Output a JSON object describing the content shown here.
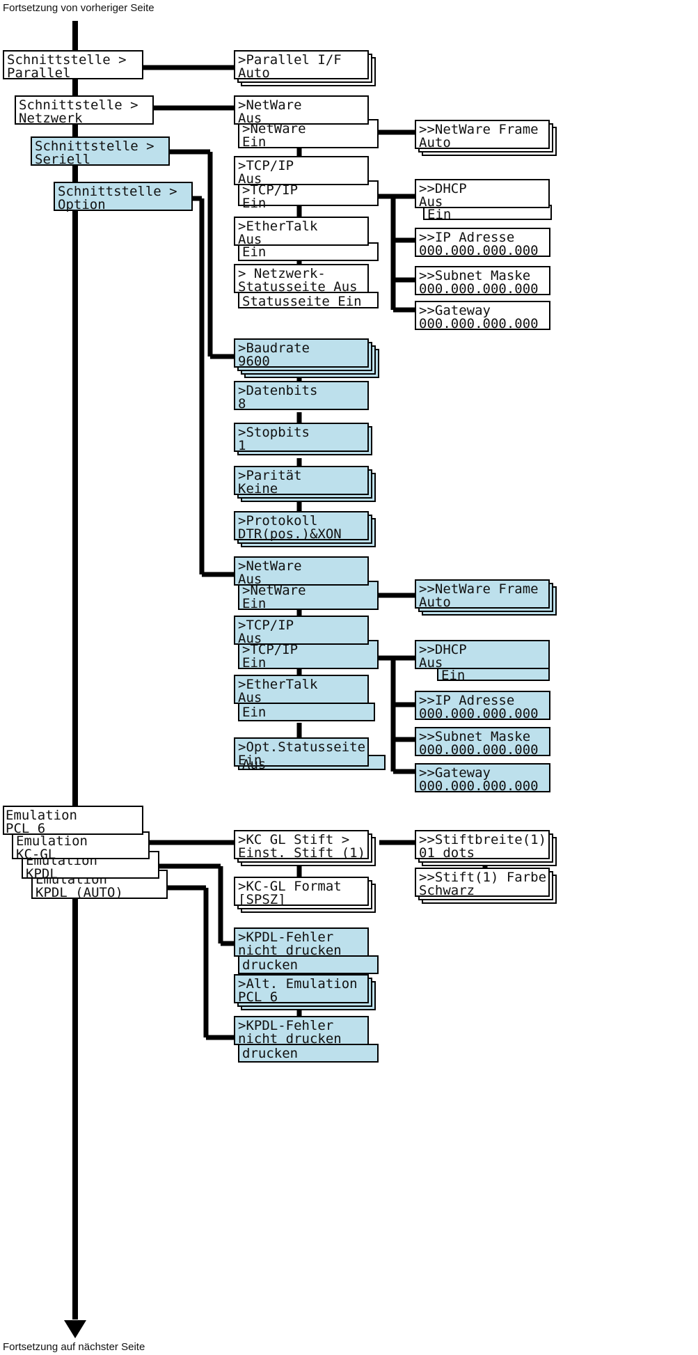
{
  "header": "Fortsetzung von vorheriger Seite",
  "footer": "Fortsetzung auf nächster Seite",
  "colors": {
    "highlight": "#bde0ec",
    "plain": "#ffffff",
    "line": "#000000"
  },
  "main_menu": [
    {
      "id": "if-parallel",
      "l1": "Schnittstelle  >",
      "l2": "  Parallel",
      "fill": "plain"
    },
    {
      "id": "if-netzwerk",
      "l1": "Schnittstelle  >",
      "l2": "  Netzwerk",
      "fill": "plain"
    },
    {
      "id": "if-seriell",
      "l1": "Schnittstelle  >",
      "l2": "  Seriell",
      "fill": "hl"
    },
    {
      "id": "if-option",
      "l1": "Schnittstelle  >",
      "l2": "  Option",
      "fill": "hl"
    },
    {
      "id": "emu-pcl6",
      "l1": "Emulation",
      "l2": " PCL 6",
      "fill": "plain"
    },
    {
      "id": "emu-kcgl",
      "l1": "Emulation",
      "l2": " KC-GL",
      "fill": "plain"
    },
    {
      "id": "emu-kpdl",
      "l1": "Emulation",
      "l2": " KPDL",
      "fill": "plain"
    },
    {
      "id": "emu-kpdl-auto",
      "l1": "Emulation",
      "l2": " KPDL (AUTO)",
      "fill": "plain"
    }
  ],
  "parallel_menu": [
    {
      "id": "parallel-if",
      "l1": ">Parallel I/F",
      "l2": " Auto",
      "fill": "plain"
    }
  ],
  "network_menu": [
    {
      "id": "net-netware",
      "l1": ">NetWare",
      "l2": " Aus",
      "sub": ">NetWare",
      "sub2": "  Ein",
      "fill": "plain"
    },
    {
      "id": "net-tcpip",
      "l1": ">TCP/IP",
      "l2": " Aus",
      "sub": ">TCP/IP",
      "sub2": "  Ein",
      "fill": "plain"
    },
    {
      "id": "net-ethertalk",
      "l1": ">EtherTalk",
      "l2": " Aus",
      "sub": "Ein",
      "fill": "plain"
    },
    {
      "id": "net-statusseite",
      "l1": "> Netzwerk-",
      "l2": "Statusseite  Aus",
      "sub": "Statusseite  Ein",
      "fill": "plain"
    }
  ],
  "network_sub": [
    {
      "id": "net-frame",
      "l1": ">>NetWare Frame",
      "l2": " Auto",
      "fill": "plain"
    },
    {
      "id": "net-dhcp",
      "l1": ">>DHCP",
      "l2": " Aus",
      "sub": "Ein",
      "fill": "plain"
    },
    {
      "id": "net-ip",
      "l1": ">>IP Adresse",
      "l2": " 000.000.000.000",
      "fill": "plain"
    },
    {
      "id": "net-subnet",
      "l1": ">>Subnet Maske",
      "l2": " 000.000.000.000",
      "fill": "plain"
    },
    {
      "id": "net-gateway",
      "l1": ">>Gateway",
      "l2": " 000.000.000.000",
      "fill": "plain"
    }
  ],
  "serial_menu": [
    {
      "id": "ser-baud",
      "l1": ">Baudrate",
      "l2": "   9600",
      "fill": "hl"
    },
    {
      "id": "ser-datenbits",
      "l1": ">Datenbits",
      "l2": " 8",
      "fill": "hl"
    },
    {
      "id": "ser-stopbits",
      "l1": ">Stopbits",
      "l2": " 1",
      "fill": "hl"
    },
    {
      "id": "ser-paritaet",
      "l1": ">Parität",
      "l2": " Keine",
      "fill": "hl"
    },
    {
      "id": "ser-protokoll",
      "l1": ">Protokoll",
      "l2": " DTR(pos.)&XON",
      "fill": "hl"
    }
  ],
  "option_menu": [
    {
      "id": "opt-netware",
      "l1": ">NetWare",
      "l2": " Aus",
      "sub": ">NetWare",
      "sub2": " Ein",
      "fill": "hl"
    },
    {
      "id": "opt-tcpip",
      "l1": ">TCP/IP",
      "l2": " Aus",
      "sub": ">TCP/IP",
      "sub2": " Ein",
      "fill": "hl"
    },
    {
      "id": "opt-ethertalk",
      "l1": ">EtherTalk",
      "l2": " Aus",
      "sub": " Ein",
      "fill": "hl"
    },
    {
      "id": "opt-statusseite",
      "l1": ">Opt.Statusseite",
      "l2": " Ein",
      "sub": " Aus",
      "fill": "hl"
    }
  ],
  "option_sub": [
    {
      "id": "opt-frame",
      "l1": ">>NetWare Frame",
      "l2": " Auto",
      "fill": "hl"
    },
    {
      "id": "opt-dhcp",
      "l1": ">>DHCP",
      "l2": " Aus",
      "sub": " Ein",
      "fill": "hl"
    },
    {
      "id": "opt-ip",
      "l1": ">>IP Adresse",
      "l2": "000.000.000.000",
      "fill": "hl"
    },
    {
      "id": "opt-subnet",
      "l1": ">>Subnet Maske",
      "l2": " 000.000.000.000",
      "fill": "hl"
    },
    {
      "id": "opt-gateway",
      "l1": ">>Gateway",
      "l2": " 000.000.000.000",
      "fill": "hl"
    }
  ],
  "kcgl_menu": [
    {
      "id": "kcgl-stift",
      "l1": ">KC GL Stift   >",
      "l2": "Einst. Stift (1)",
      "fill": "plain"
    },
    {
      "id": "kcgl-format",
      "l1": ">KC-GL Format",
      "l2": "  [SPSZ]",
      "fill": "plain"
    }
  ],
  "kcgl_sub": [
    {
      "id": "kcgl-stiftbreite",
      "l1": ">>Stiftbreite(1)",
      "l2": "         01 dots",
      "fill": "plain"
    },
    {
      "id": "kcgl-farbe",
      "l1": ">>Stift(1) Farbe",
      "l2": " Schwarz",
      "fill": "plain"
    }
  ],
  "kpdl_menu": [
    {
      "id": "kpdl-fehler",
      "l1": ">KPDL-Fehler",
      "l2": " nicht drucken",
      "sub": "drucken",
      "fill": "hl"
    },
    {
      "id": "kpdl-alt-emu",
      "l1": ">Alt. Emulation",
      "l2": " PCL 6",
      "fill": "hl"
    },
    {
      "id": "kpdl-fehler-auto",
      "l1": ">KPDL-Fehler",
      "l2": " nicht drucken",
      "sub": "  drucken",
      "fill": "hl"
    }
  ]
}
